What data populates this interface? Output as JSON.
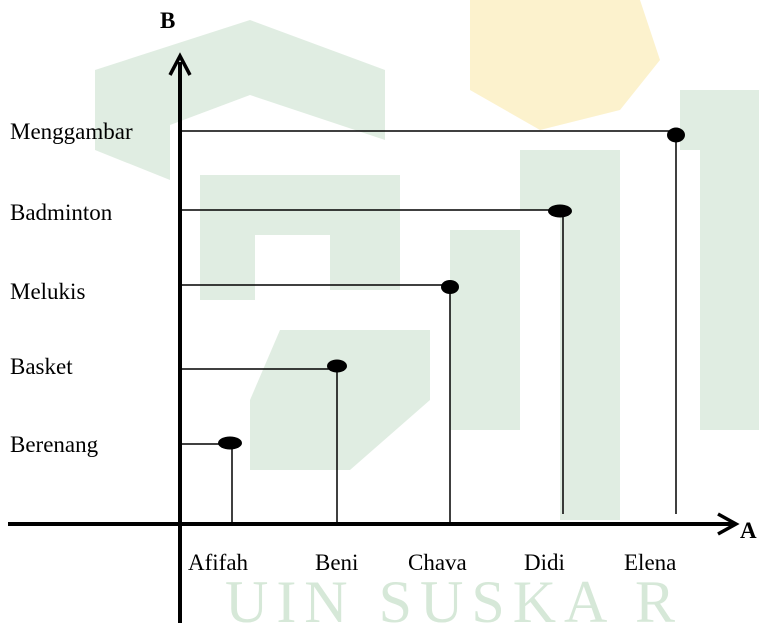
{
  "axes": {
    "y_label": "B",
    "x_label": "A"
  },
  "domain_items": [
    "Afifah",
    "Beni",
    "Chava",
    "Didi",
    "Elena"
  ],
  "codomain_items": [
    "Berenang",
    "Basket",
    "Melukis",
    "Badminton",
    "Menggambar"
  ],
  "mapping": [
    {
      "from": "Afifah",
      "to": "Berenang"
    },
    {
      "from": "Beni",
      "to": "Basket"
    },
    {
      "from": "Chava",
      "to": "Melukis"
    },
    {
      "from": "Didi",
      "to": "Badminton"
    },
    {
      "from": "Elena",
      "to": "Menggambar"
    }
  ],
  "watermark_text": "UIN SUSKA R",
  "colors": {
    "watermark_green": "#cfe3d2",
    "watermark_yellow": "#fbf3cf",
    "ink": "#000000"
  }
}
